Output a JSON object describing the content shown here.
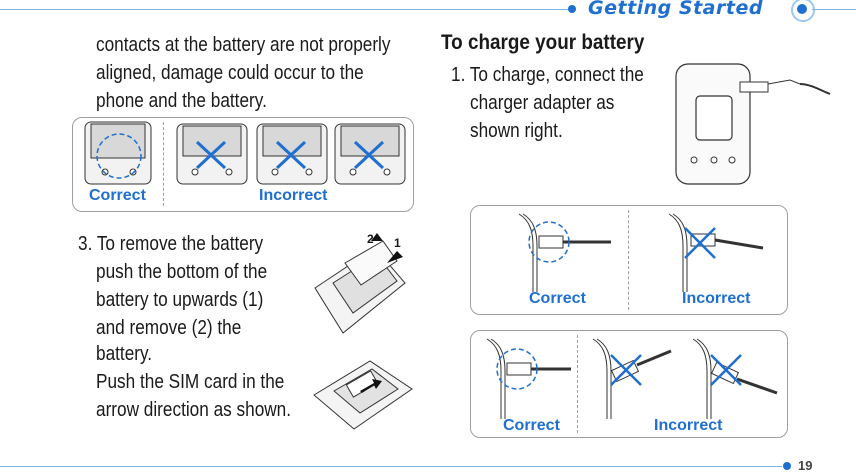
{
  "header": {
    "section_title": "Getting Started"
  },
  "left_column": {
    "intro_lines": [
      "contacts at the battery are not properly",
      "aligned, damage could occur to the",
      "phone and the battery."
    ],
    "battery_panel": {
      "correct_label": "Correct",
      "incorrect_label": "Incorrect"
    },
    "step3_lines": [
      "3. To remove the battery",
      "push the bottom of the",
      "battery to upwards (1)",
      "and remove (2) the",
      "battery.",
      "Push the SIM card in the",
      "arrow direction as shown."
    ],
    "removal_markers": {
      "first": "1",
      "second": "2"
    }
  },
  "right_column": {
    "heading": "To charge your battery",
    "step1_lines": [
      "1. To charge, connect the",
      "charger adapter as",
      "shown right."
    ],
    "charger_panel_top": {
      "correct_label": "Correct",
      "incorrect_label": "Incorrect"
    },
    "charger_panel_bottom": {
      "correct_label": "Correct",
      "incorrect_label": "Incorrect"
    }
  },
  "footer": {
    "page_number": "19"
  },
  "colors": {
    "accent": "#1e6fd0",
    "header_line": "#7fb4e8",
    "panel_border": "#9aa0a6"
  }
}
